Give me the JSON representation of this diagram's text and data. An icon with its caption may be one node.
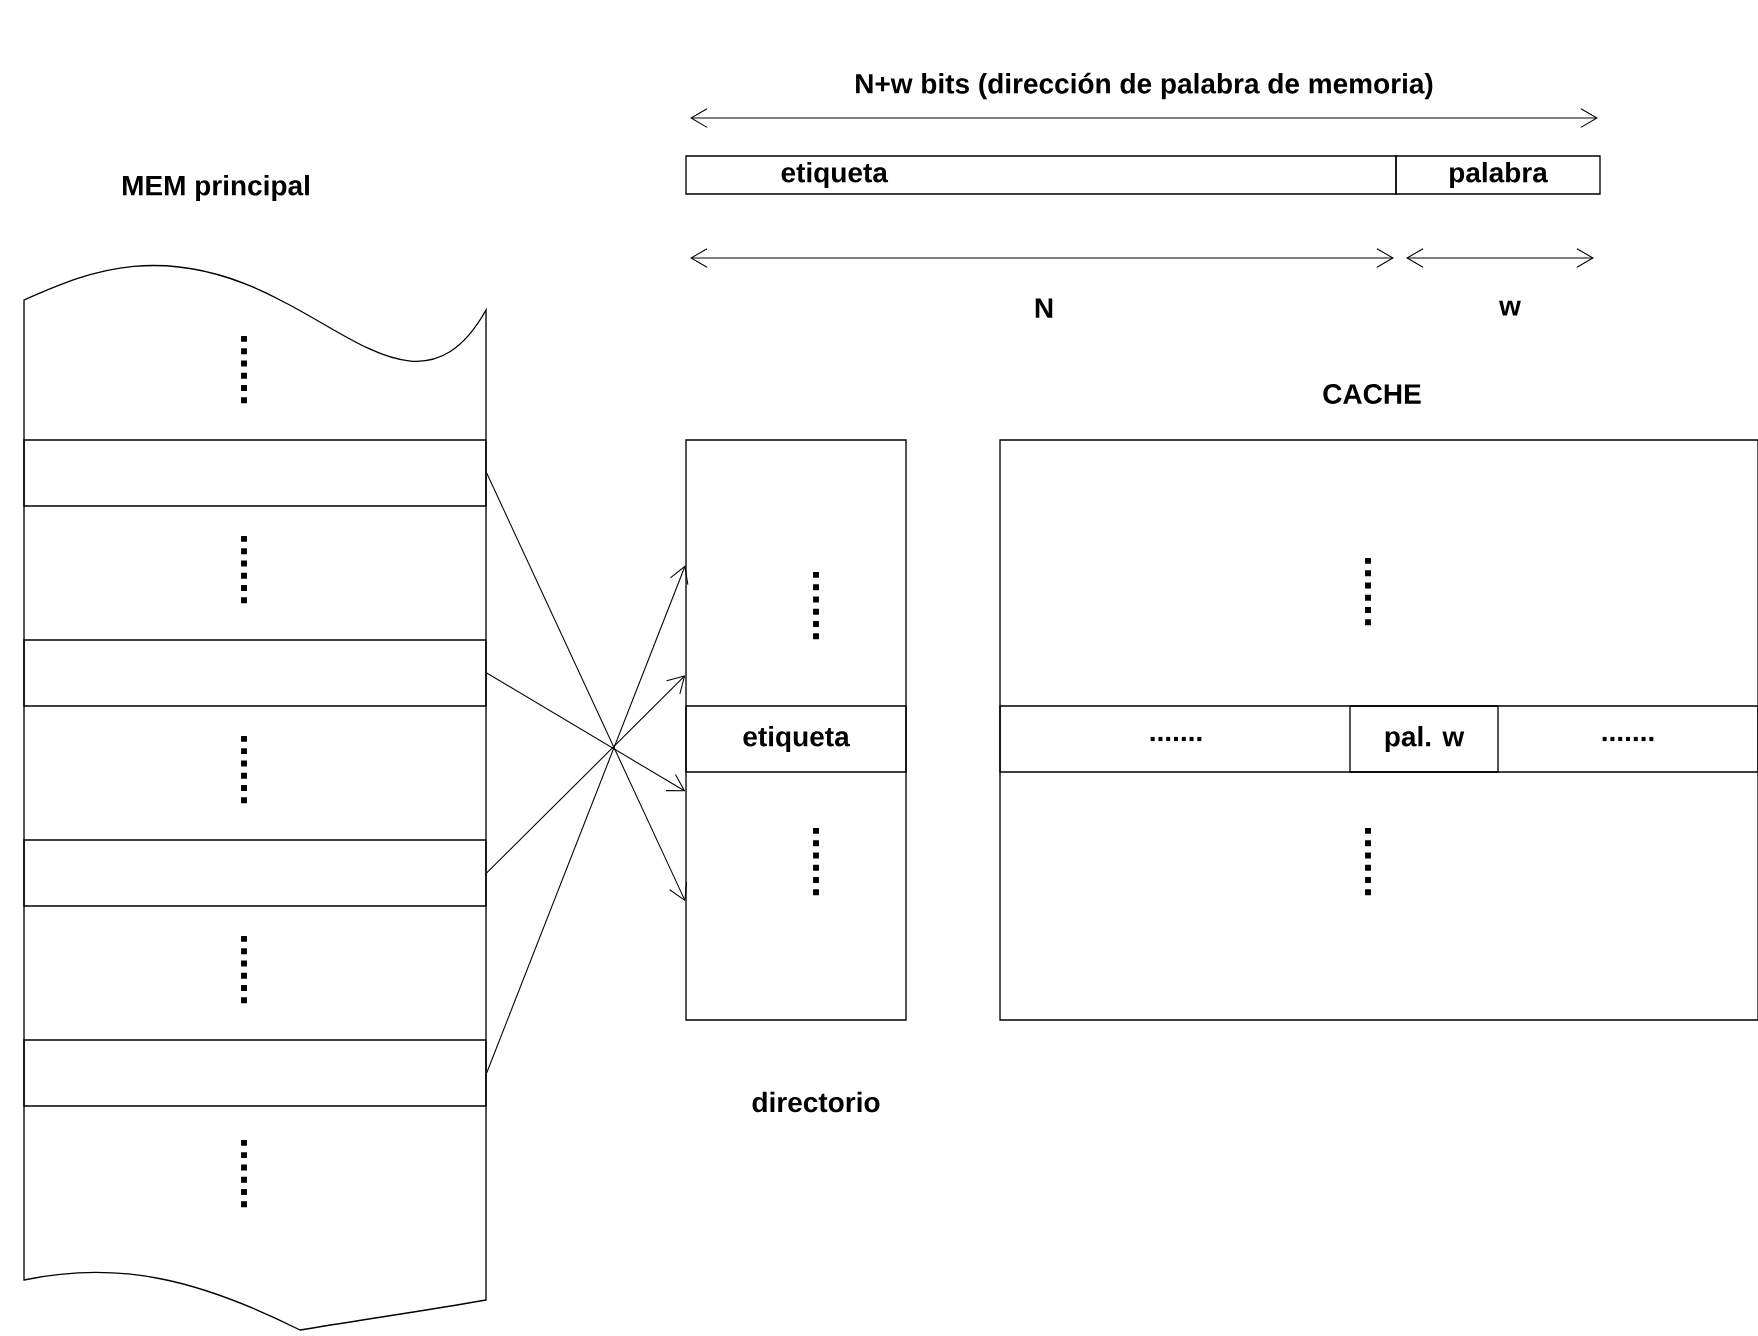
{
  "diagram": {
    "nodes": [
      {
        "text": [
          "MEM principal"
        ]
      },
      {
        "text": [],
        "shape": "box",
        "in": 0
      },
      {
        "text": [],
        "shape": "box",
        "in": 0
      },
      {
        "text": [],
        "shape": "box",
        "in": 0
      },
      {
        "text": [],
        "shape": "box",
        "in": 0
      },
      {
        "text": [
          "directorio"
        ]
      },
      {
        "text": [
          "etiqueta"
        ],
        "in": 5
      },
      {
        "text": [
          "CACHE"
        ]
      },
      {
        "text": [
          ".......",
          "......."
        ],
        "in": 7
      },
      {
        "text": [
          "pal. w"
        ],
        "in": 8
      },
      {
        "text": [
          "etiqueta"
        ]
      },
      {
        "text": [
          "palabra"
        ]
      }
    ],
    "edges": [
      {
        "from": 1,
        "to": 5,
        "arrow": "to"
      },
      {
        "from": 2,
        "to": 5,
        "arrow": "to"
      },
      {
        "from": 3,
        "to": 5,
        "arrow": "to"
      },
      {
        "from": 4,
        "to": 5,
        "arrow": "to"
      }
    ],
    "labels": [
      "N+w bits (dirección de palabra de memoria)",
      "N",
      "w"
    ]
  }
}
